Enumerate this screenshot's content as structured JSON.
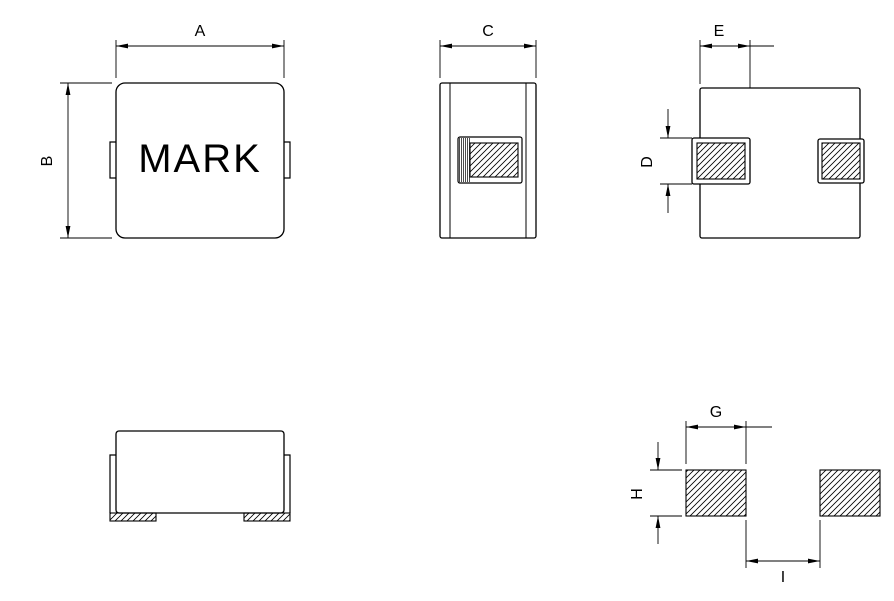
{
  "labels": {
    "mark": "MARK",
    "dim_a": "A",
    "dim_b": "B",
    "dim_c": "C",
    "dim_d": "D",
    "dim_e": "E",
    "dim_g": "G",
    "dim_h": "H",
    "dim_i": "I"
  },
  "colors": {
    "line": "#000000",
    "background": "#ffffff",
    "hatch": "#000000"
  }
}
